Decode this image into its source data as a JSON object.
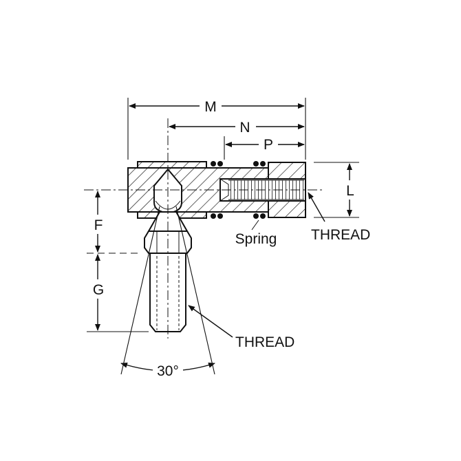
{
  "diagram": {
    "dimension_labels": {
      "m": "M",
      "n": "N",
      "p": "P",
      "l": "L",
      "f": "F",
      "g": "G"
    },
    "callouts": {
      "spring": "Spring",
      "thread_housing": "THREAD",
      "thread_stud": "THREAD"
    },
    "cone_angle": "30°"
  }
}
